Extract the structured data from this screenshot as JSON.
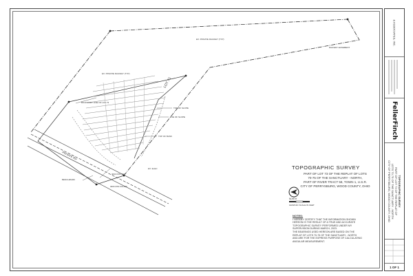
{
  "title": {
    "main": "TOPOGRAPHIC SURVEY",
    "description_lines": [
      "PART OF LOT 73 OF THE REPLAT OF LOTS",
      "70-75 OF THE SANCTUARY - NORTH,",
      "PART OF RIVER TRACT 58, TOWN 1, U.S.R.",
      "CITY OF PERRYSBURG, WOOD COUNTY, OHIO"
    ]
  },
  "scale": {
    "label": "NORTH",
    "sub": "GRAPHIC SCALE IN FEET"
  },
  "notes": {
    "heading": "NOTES:",
    "lines": [
      "I HEREBY CERTIFY THAT THE INFORMATION SHOWN",
      "HEREON IS THE RESULT OF A TRUE AND ACCURATE",
      "TOPOGRAPHIC SURVEY PERFORMED UNDER MY",
      "SUPERVISION DURING MARCH, 2023.",
      "THE BEARINGS USED HEREON ARE BASED ON THE",
      "REPLAT OF LOTS 70-75 OF THE SANCTUARY - NORTH",
      "AND ARE FOR THE EXPRESS PURPOSE OF CALCULATING",
      "ANGULAR MEASUREMENT."
    ]
  },
  "plan_labels": {
    "lot": "LOT 73",
    "road_1": "PRIVATE RD",
    "callouts": [
      "EX. PRIVATE RAILWAY (TYP)",
      "EX. PRIVATE RAILWAY (TYP)",
      "RAILWAY EASEMENT",
      "TOP OF SLOPE",
      "TOE OF SLOPE",
      "TOP OF BANK",
      "EX. ELEC",
      "BENCHMARK",
      "BOUNDARY LINE OF LOT 73",
      "IRON PIN SET",
      "IRON PIN FOUND"
    ]
  },
  "titleblock": {
    "firm": "FellerFinch",
    "firm_sub": "& ASSOCIATES, INC.",
    "project_lines": [
      "TOPOGRAPHIC SURVEY",
      "PART OF LOT 73 OF THE REPLAT OF",
      "LOTS 70-75 OF THE SANCTUARY - NORTH",
      "CITY OF PERRYSBURG, WOOD COUNTY, OHIO"
    ],
    "sheet_number": "1 OF 1"
  },
  "colors": {
    "line": "#333333",
    "hatch": "#8a8a8a",
    "border": "#444444"
  }
}
